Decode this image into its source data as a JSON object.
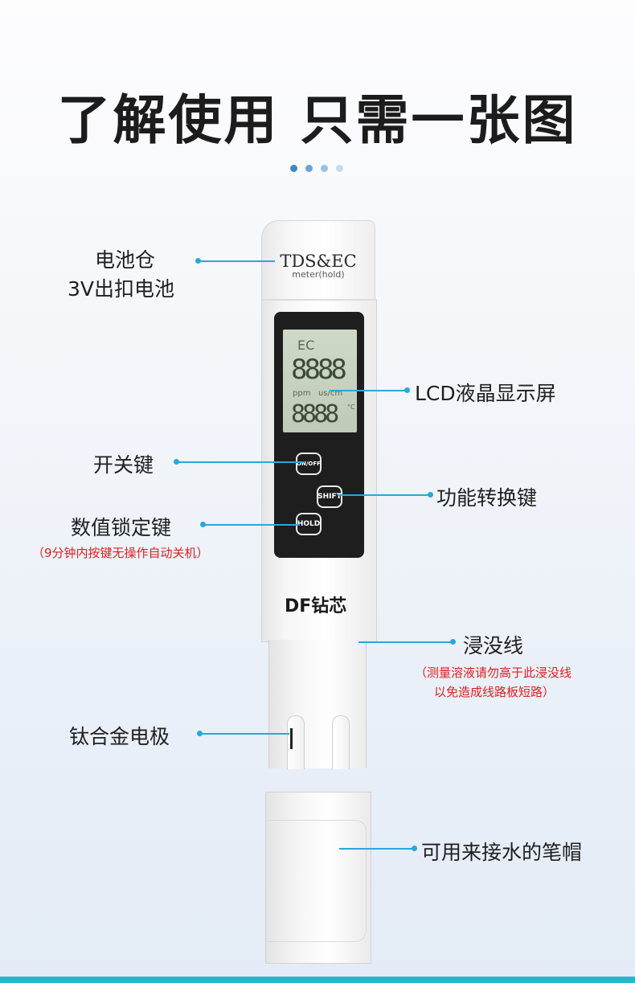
{
  "title": "了解使用 只需一张图",
  "device": {
    "brand_line1": "TDS&EC",
    "brand_line2": "meter(hold)",
    "lcd": {
      "mode": "EC",
      "digits_top": "8888",
      "units": "ppm   us/cm",
      "digits_bottom": "8888",
      "temp_unit": "°C"
    },
    "buttons": {
      "onoff": "ON/OFF",
      "shift": "SHIFT",
      "hold": "HOLD"
    },
    "logo": "DF钻芯"
  },
  "callouts": {
    "battery_1": "电池仓",
    "battery_2": "3V出扣电池",
    "lcd": "LCD液晶显示屏",
    "power": "开关键",
    "shift": "功能转换键",
    "hold": "数值锁定键",
    "hold_note": "（9分钟内按键无操作自动关机）",
    "immersion": "浸没线",
    "immersion_note_1": "（测量溶液请勿高于此浸没线",
    "immersion_note_2": "以免造成线路板短路）",
    "electrode": "钛合金电极",
    "cap": "可用来接水的笔帽"
  },
  "colors": {
    "accent": "#2aa8d8",
    "warning": "#e02020",
    "bottom_bar": "#2ab6c8"
  }
}
